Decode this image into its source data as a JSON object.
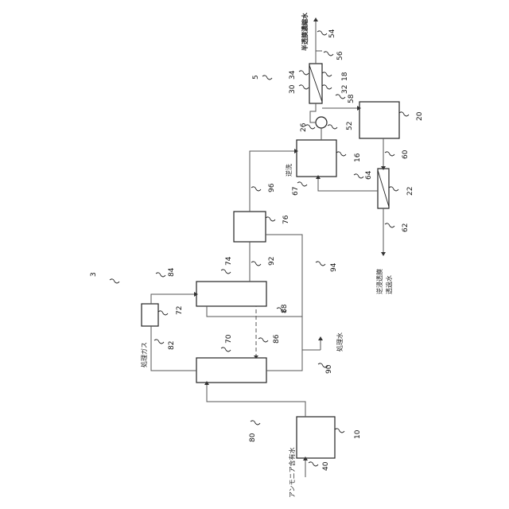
{
  "diagram": {
    "labels": {
      "ammonia_water": "アンモニア含有水",
      "treated_gas": "処理ガス",
      "treated_water": "処理水",
      "concentrate": "半透膜濃縮水",
      "permeate_line1": "逆浸透膜",
      "permeate_line2": "透過水",
      "backwash": "逆洗"
    },
    "refs": {
      "r3": "3",
      "r5": "5",
      "r10": "10",
      "r16": "16",
      "r18": "18",
      "r20": "20",
      "r22": "22",
      "r26": "26",
      "r30": "30",
      "r32": "32",
      "r34": "34",
      "r40": "40",
      "r52": "52",
      "r54": "54",
      "r56": "56",
      "r58": "58",
      "r60": "60",
      "r62": "62",
      "r64": "64",
      "r67": "67",
      "r70": "70",
      "r72": "72",
      "r74": "74",
      "r76": "76",
      "r80": "80",
      "r82": "82",
      "r84": "84",
      "r86": "86",
      "r88": "88",
      "r90": "90",
      "r92": "92",
      "r94": "94",
      "r96": "96"
    }
  }
}
